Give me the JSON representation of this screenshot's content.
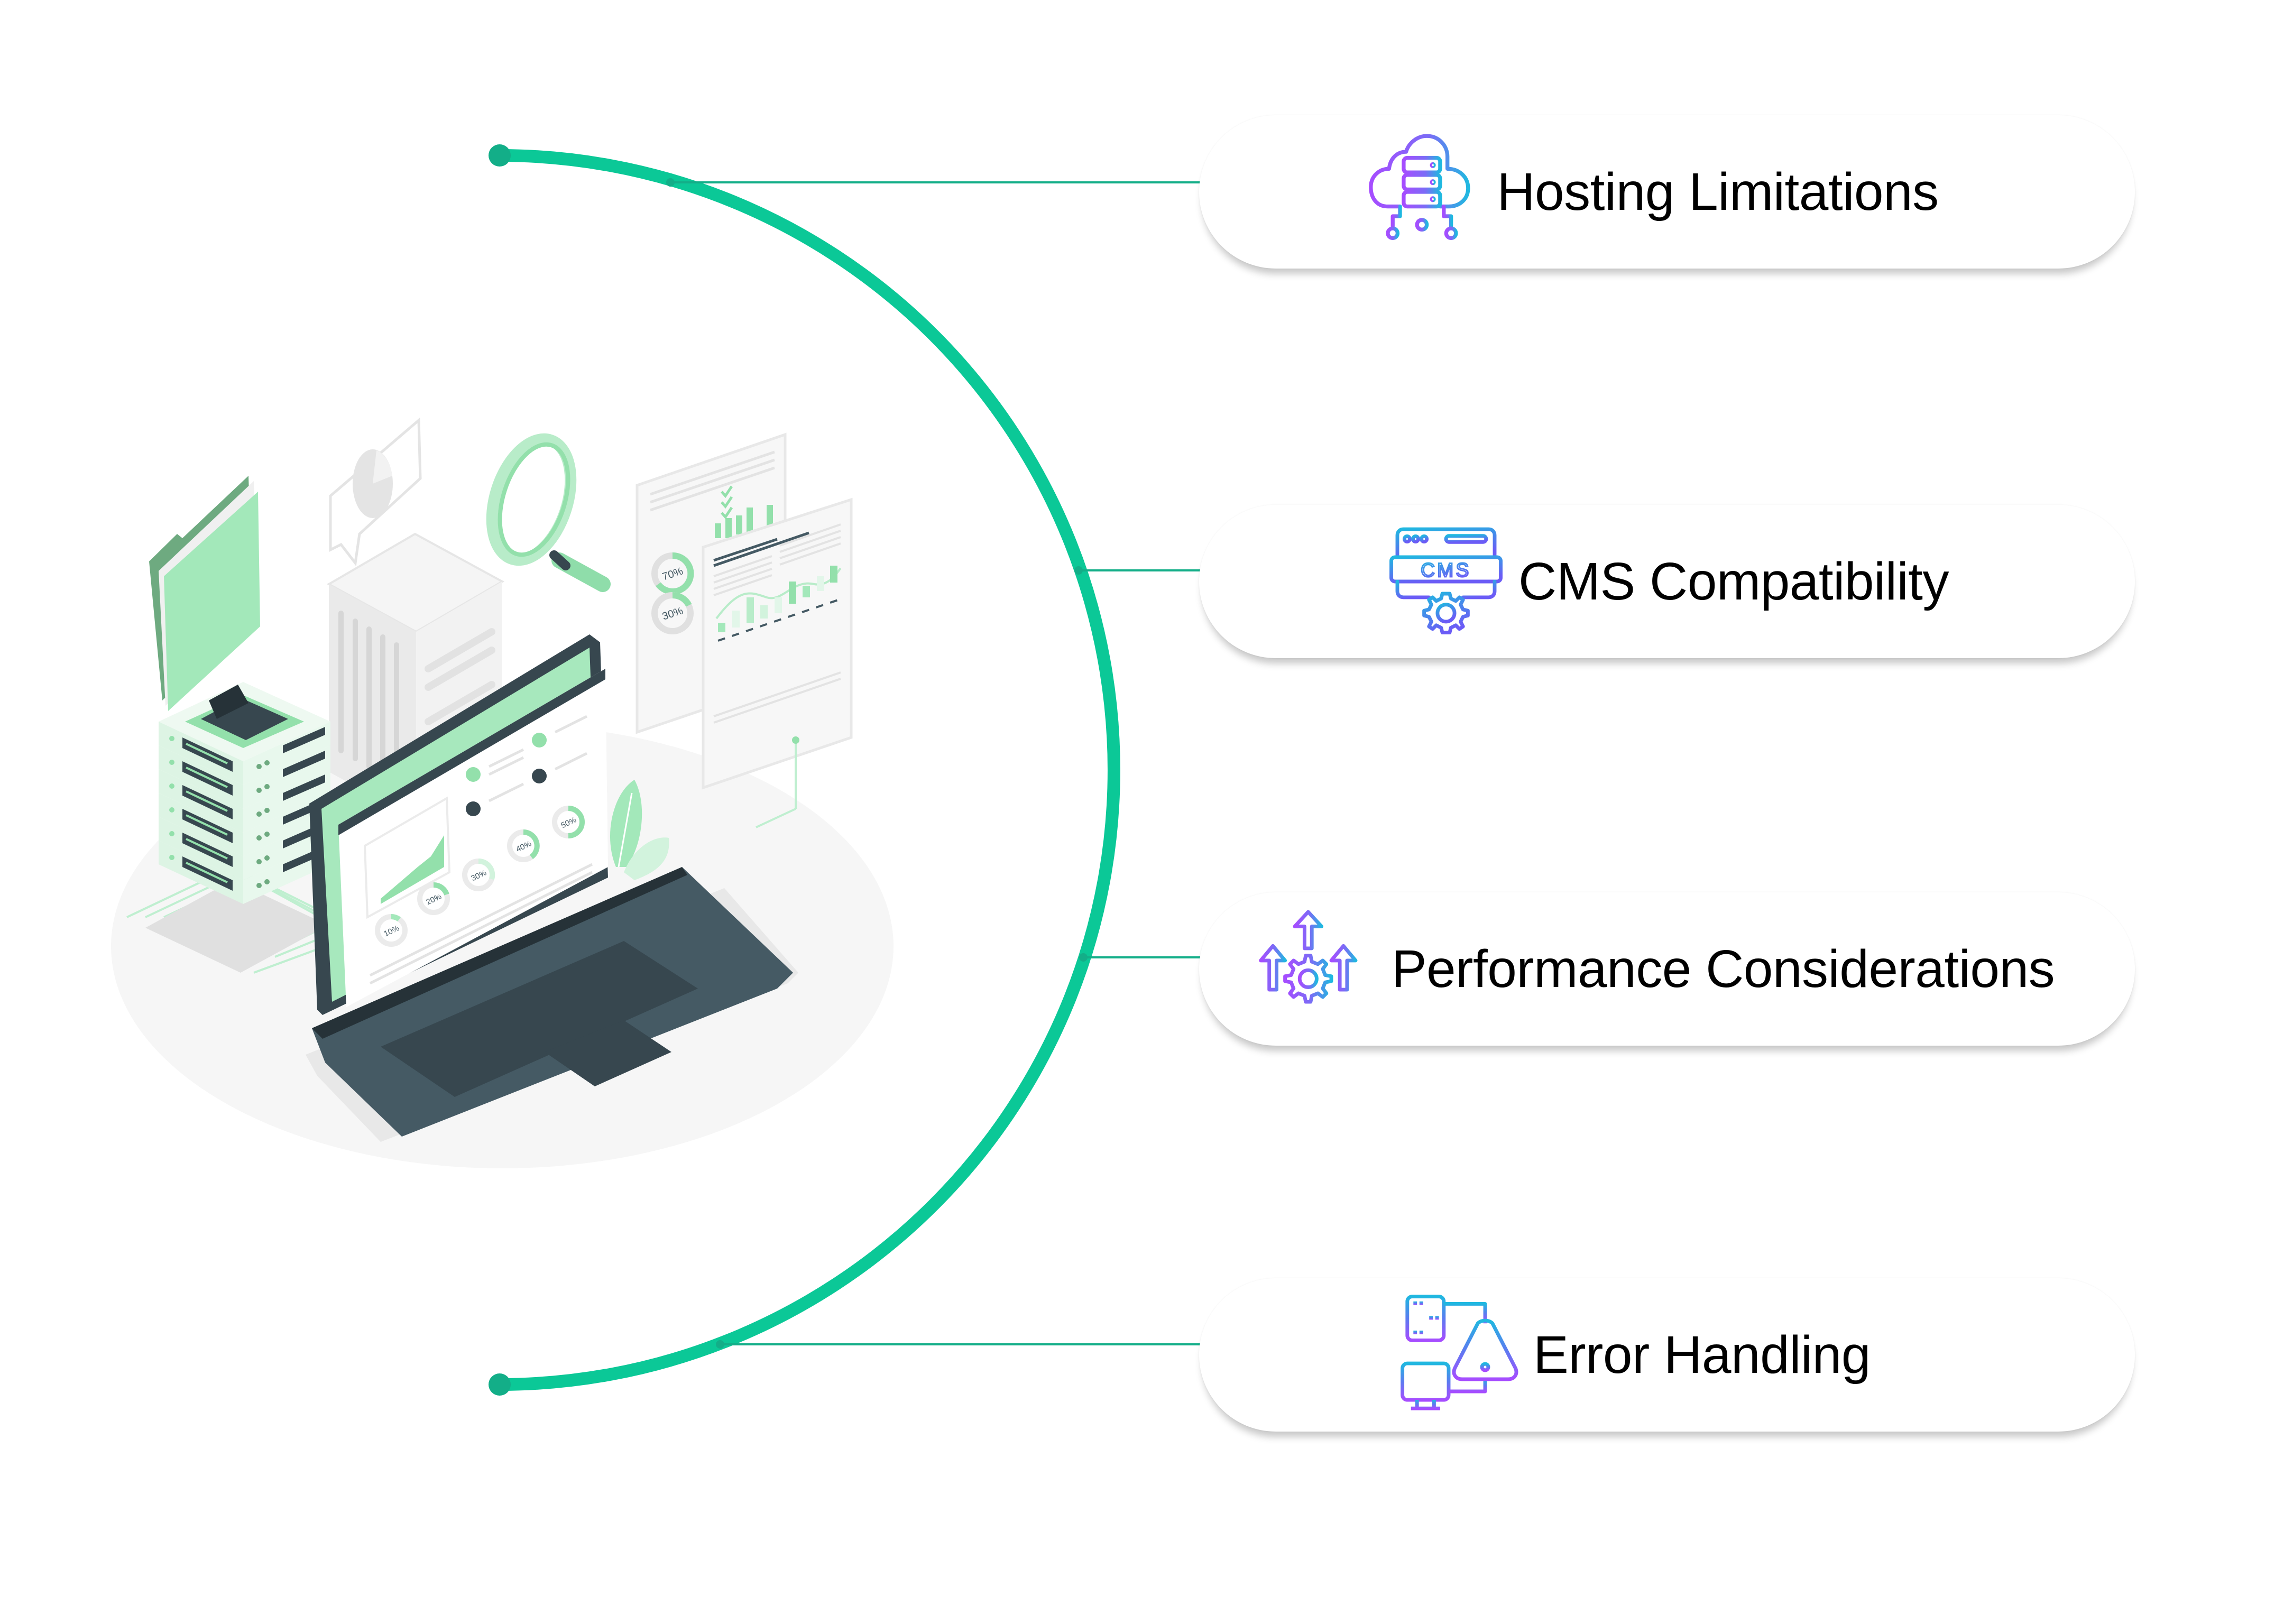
{
  "diagram": {
    "title": "",
    "accent_color": "#0BC897",
    "accent_dot_color": "#13AE88",
    "icon_gradient": [
      "#A64DFF",
      "#7B6CF6",
      "#20B8E0"
    ],
    "items": [
      {
        "label": "Hosting Limitations",
        "icon": "cloud-server-network-icon"
      },
      {
        "label": "CMS Compatibility",
        "icon": "cms-browser-gear-icon"
      },
      {
        "label": "Performance Considerations",
        "icon": "arrows-up-gear-icon"
      },
      {
        "label": "Error Handling",
        "icon": "server-monitor-warning-icon"
      }
    ]
  },
  "illustration": {
    "description": "isometric laptop with dashboard, server racks, documents and charts",
    "screen_donuts": [
      "10%",
      "20%",
      "30%",
      "40%",
      "50%"
    ],
    "document_donuts": [
      "70%",
      "30%"
    ]
  }
}
